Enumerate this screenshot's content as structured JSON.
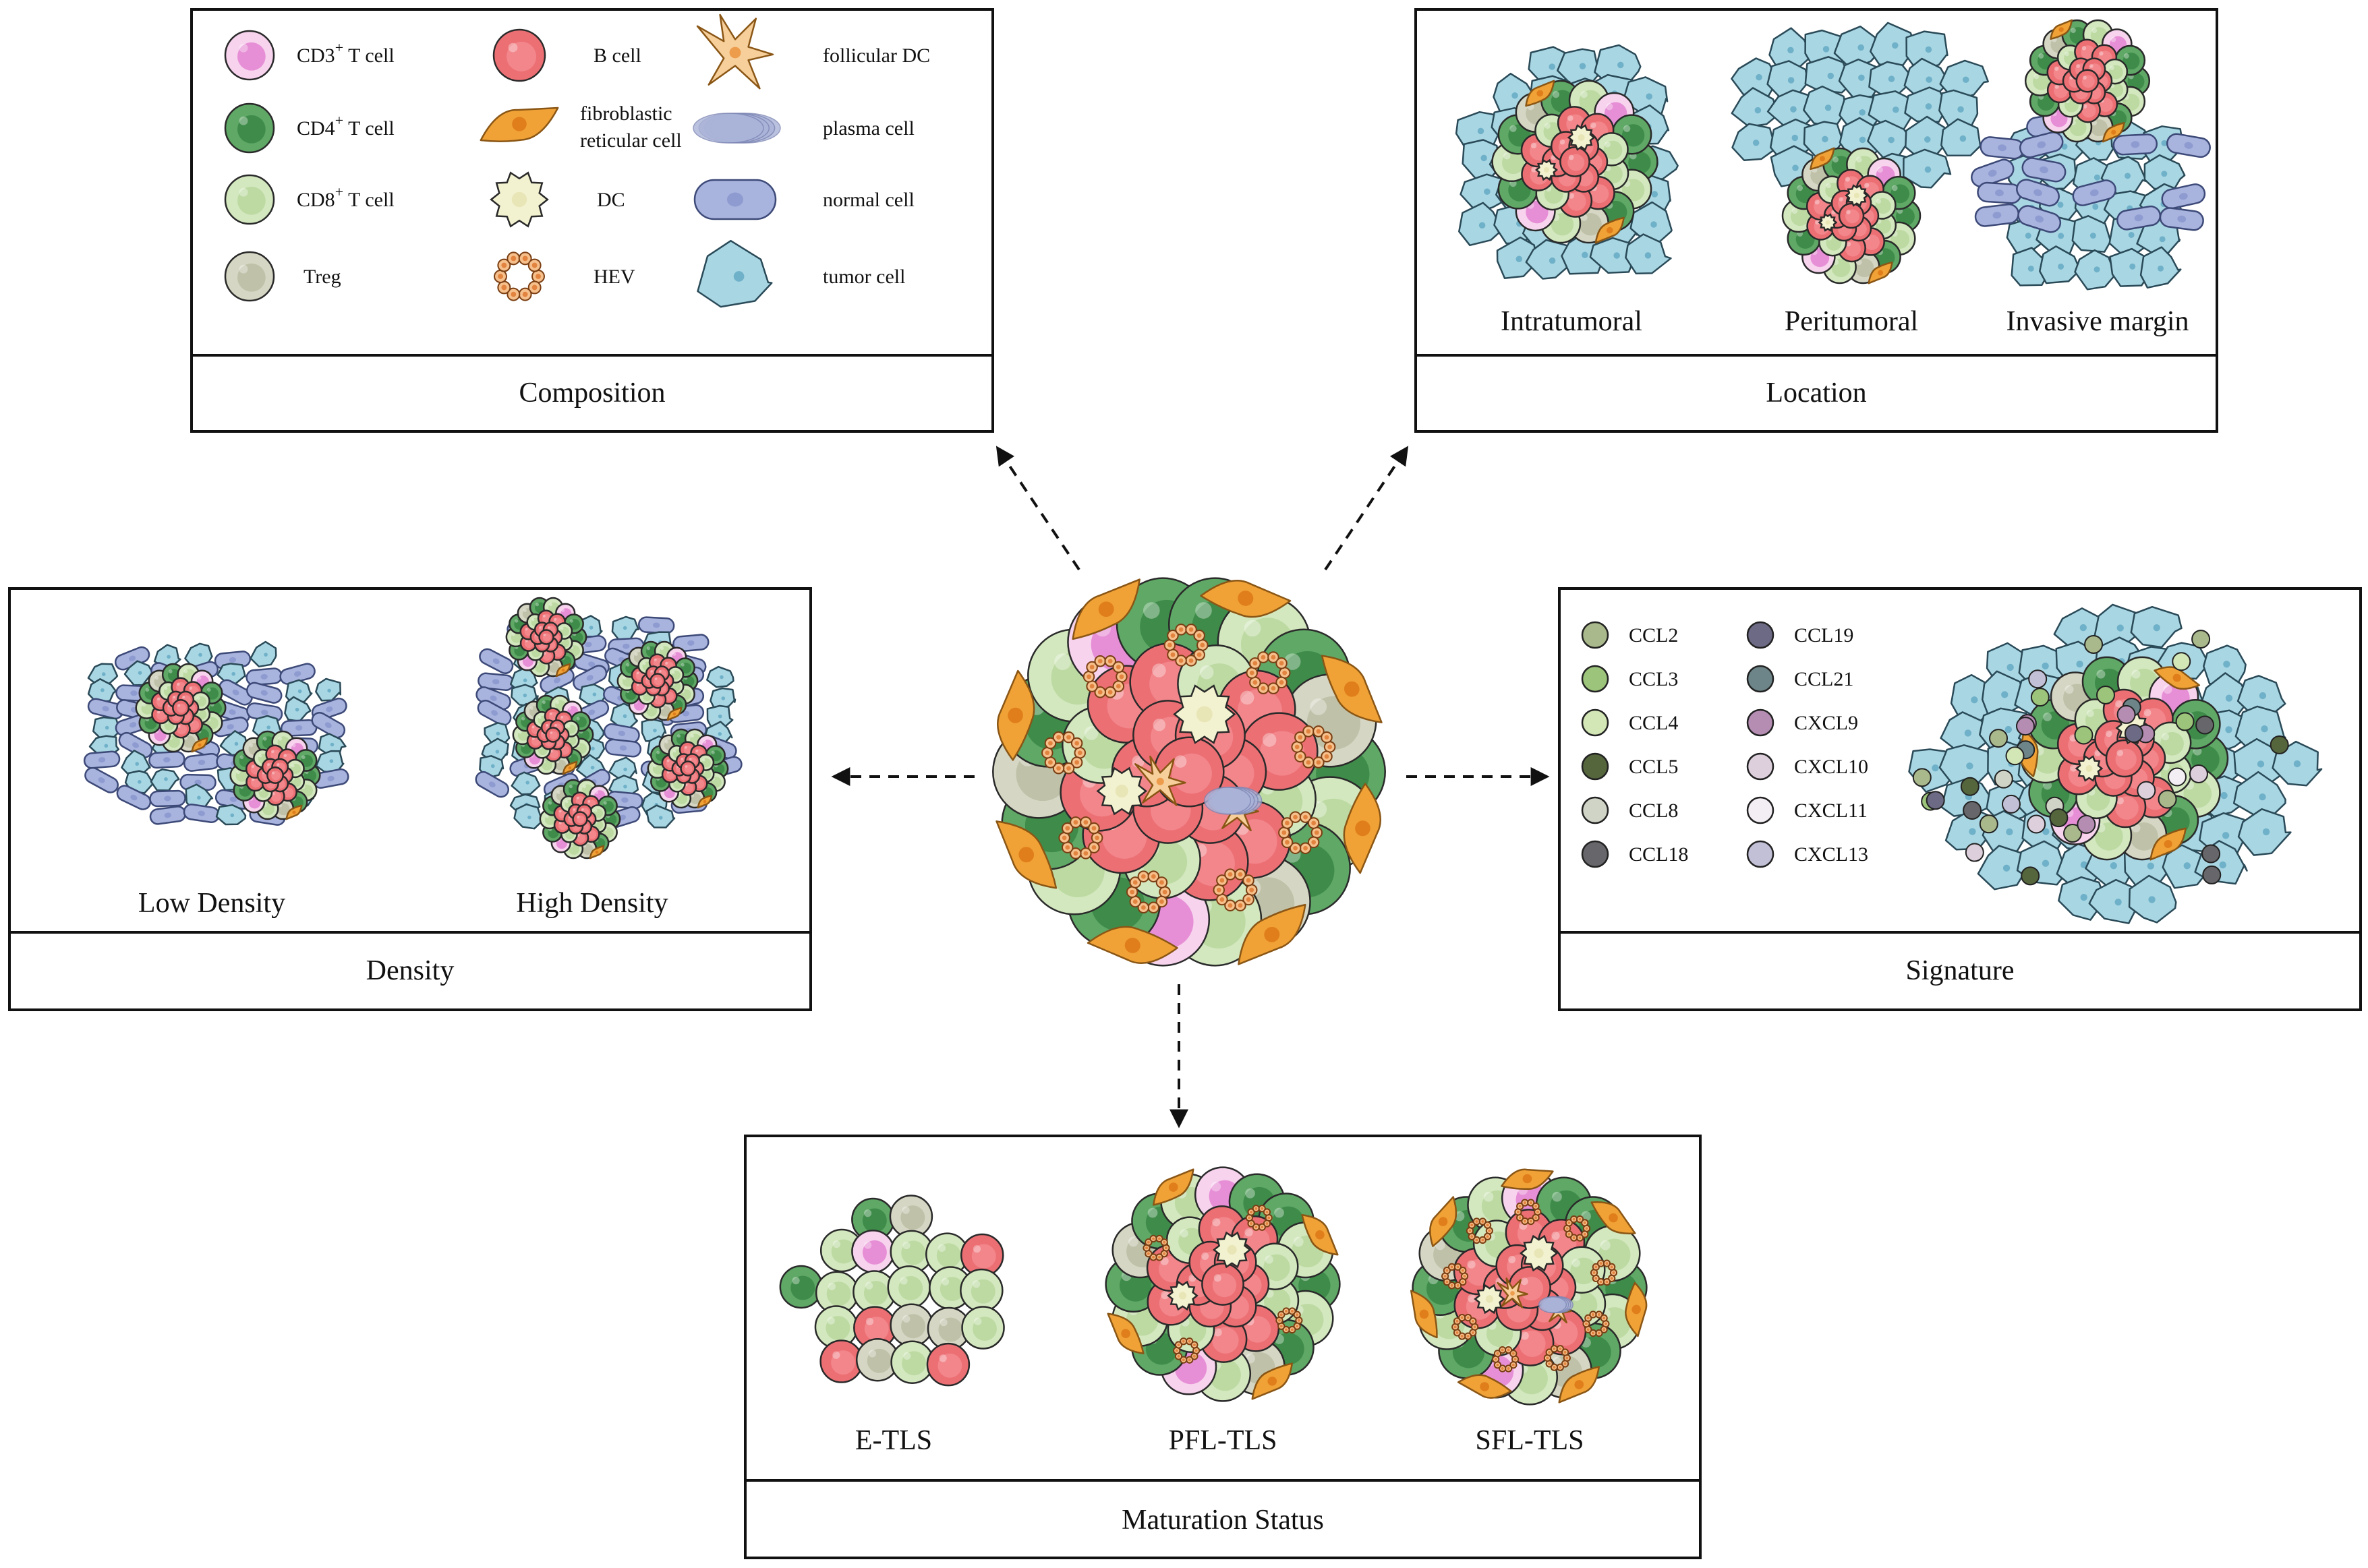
{
  "composition": {
    "title": "Composition",
    "legend": [
      {
        "icon": "cd3-t-cell-icon",
        "label": "CD3",
        "sup": "+",
        "tail": " T cell"
      },
      {
        "icon": "cd4-t-cell-icon",
        "label": "CD4",
        "sup": "+",
        "tail": "  T cell"
      },
      {
        "icon": "cd8-t-cell-icon",
        "label": "CD8",
        "sup": "+",
        "tail": " T cell"
      },
      {
        "icon": "treg-icon",
        "label": "Treg"
      },
      {
        "icon": "b-cell-icon",
        "label": "B cell"
      },
      {
        "icon": "fibroblastic-reticular-cell-icon",
        "label": "fibroblastic",
        "label2": "reticular cell"
      },
      {
        "icon": "dc-icon",
        "label": "DC"
      },
      {
        "icon": "hev-icon",
        "label": "HEV"
      },
      {
        "icon": "follicular-dc-icon",
        "label": "follicular DC"
      },
      {
        "icon": "plasma-cell-icon",
        "label": "plasma cell"
      },
      {
        "icon": "normal-cell-icon",
        "label": "normal cell"
      },
      {
        "icon": "tumor-cell-icon",
        "label": "tumor cell"
      }
    ]
  },
  "location": {
    "title": "Location",
    "items": [
      "Intratumoral",
      "Peritumoral",
      "Invasive margin"
    ]
  },
  "density": {
    "title": "Density",
    "items": [
      "Low Density",
      "High Density"
    ]
  },
  "signature": {
    "title": "Signature",
    "chemokines": [
      {
        "label": "CCL2",
        "color": "#a9b98b"
      },
      {
        "label": "CCL3",
        "color": "#9cc47a"
      },
      {
        "label": "CCL4",
        "color": "#d3e6b5"
      },
      {
        "label": "CCL5",
        "color": "#55663c"
      },
      {
        "label": "CCL8",
        "color": "#d0d4c6"
      },
      {
        "label": "CCL18",
        "color": "#67676b"
      },
      {
        "label": "CCL19",
        "color": "#6c6a84"
      },
      {
        "label": "CCL21",
        "color": "#6d8589"
      },
      {
        "label": "CXCL9",
        "color": "#b58db3"
      },
      {
        "label": "CXCL10",
        "color": "#ddd0dc"
      },
      {
        "label": "CXCL11",
        "color": "#f3eef3"
      },
      {
        "label": "CXCL13",
        "color": "#c2c0d7"
      }
    ]
  },
  "maturation": {
    "title": "Maturation Status",
    "items": [
      "E-TLS",
      "PFL-TLS",
      "SFL-TLS"
    ]
  },
  "colors": {
    "tumor": "#a9d6e3",
    "normal": "#a8b3de",
    "b_cell": "#ec6f74",
    "cd4": "#5fa866",
    "cd8": "#d3e8bf",
    "cd3": "#f3b5e4",
    "treg": "#d6d6c4",
    "frc": "#f0a236",
    "dc": "#f3f2d0",
    "hev": "#e2843f",
    "plasma": "#aab3d8"
  }
}
